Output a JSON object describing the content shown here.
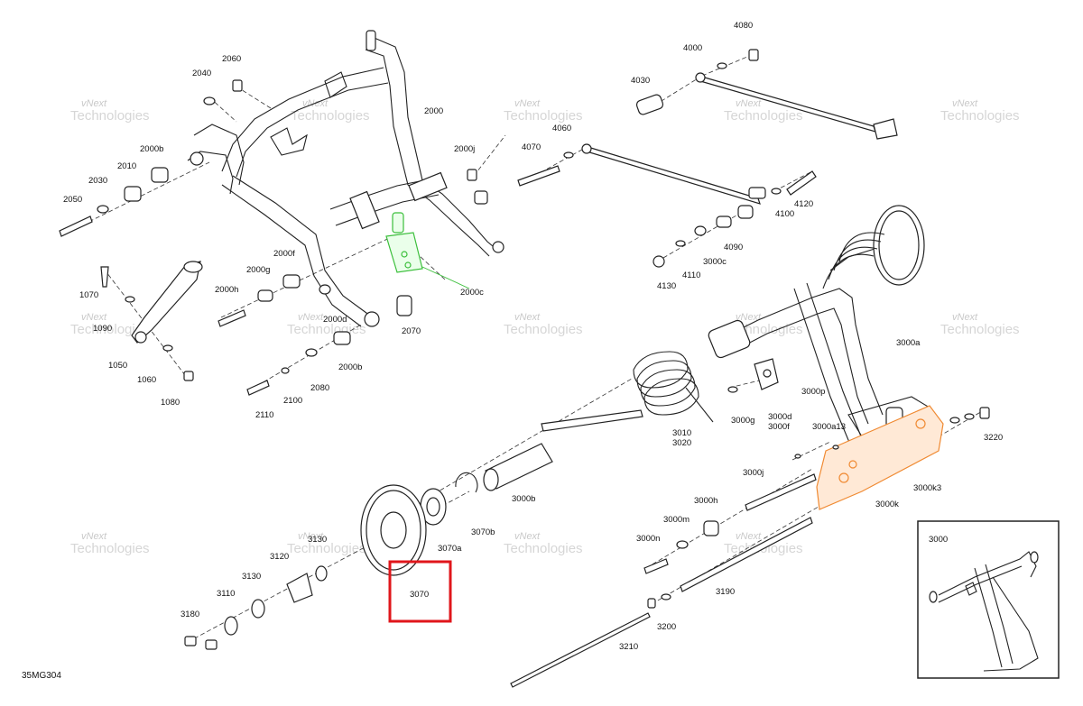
{
  "diagram": {
    "code": "35MG304",
    "watermark": [
      "vNext",
      "Technologies"
    ],
    "labels": [
      "4080",
      "4000",
      "2060",
      "2040",
      "4030",
      "2000",
      "4060",
      "2000j",
      "4070",
      "2000b",
      "2010",
      "2030",
      "2050",
      "4120",
      "4100",
      "4090",
      "3000c",
      "4110",
      "4130",
      "2000f",
      "2000g",
      "1070",
      "2000h",
      "2000c",
      "2000d",
      "2070",
      "1090",
      "3000a",
      "1050",
      "2080",
      "2000b",
      "1060",
      "2100",
      "2110",
      "1080",
      "3000p",
      "3000g",
      "3000d",
      "3000f",
      "3000a13",
      "3010",
      "3020",
      "3220",
      "3000j",
      "3000k3",
      "3000b",
      "3000k",
      "3000h",
      "3070b",
      "3070a",
      "3000m",
      "3000n",
      "3130",
      "3120",
      "3130",
      "3070",
      "3110",
      "3190",
      "3180",
      "3200",
      "3210",
      "3000"
    ],
    "selected_label": "3070"
  },
  "colors": {
    "highlight_box": "#e0161b",
    "green_part": "#3bbf3b",
    "orange_part": "#f08a32"
  }
}
